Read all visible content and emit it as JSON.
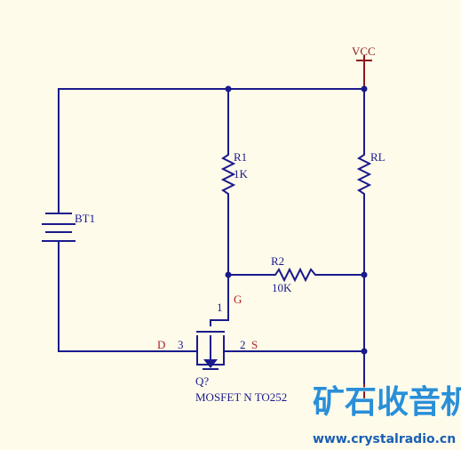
{
  "power": {
    "label": "VCC",
    "color": "#8b1a1a"
  },
  "battery": {
    "designator": "BT1"
  },
  "resistors": [
    {
      "designator": "R1",
      "value": "1K"
    },
    {
      "designator": "RL",
      "value": ""
    },
    {
      "designator": "R2",
      "value": "10K"
    }
  ],
  "mosfet": {
    "designator": "Q?",
    "part": "MOSFET N TO252",
    "pins": {
      "drain_letter": "D",
      "drain_num": "3",
      "source_num": "2",
      "source_letter": "S",
      "gate_letter": "G",
      "gate_num": "1"
    }
  },
  "colors": {
    "wire": "#1a1a8c",
    "pin_letter": "#b22222",
    "background": "#fffbea"
  },
  "watermark": {
    "text_cn": "矿石收音机",
    "url": "www.crystalradio.cn"
  }
}
